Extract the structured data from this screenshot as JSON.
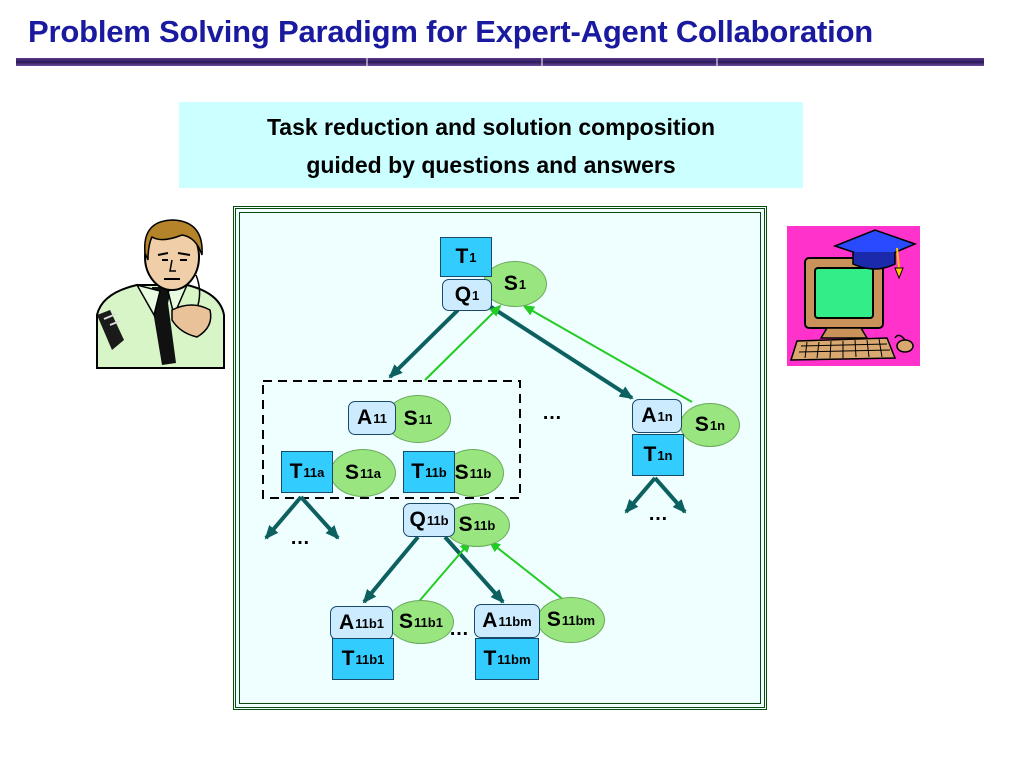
{
  "header": {
    "title": "Problem Solving Paradigm for Expert-Agent Collaboration"
  },
  "subtitle": {
    "line1": "Task reduction and solution composition",
    "line2": "guided by questions and answers"
  },
  "nodes": {
    "t1": {
      "main": "T",
      "sub": "1"
    },
    "q1": {
      "main": "Q",
      "sub": "1"
    },
    "s1": {
      "main": "S",
      "sub": "1"
    },
    "a11": {
      "main": "A",
      "sub": "11"
    },
    "s11": {
      "main": "S",
      "sub": "11"
    },
    "a1n": {
      "main": "A",
      "sub": "1n"
    },
    "s1n": {
      "main": "S",
      "sub": "1n"
    },
    "t1n": {
      "main": "T",
      "sub": "1n"
    },
    "t11a": {
      "main": "T",
      "sub": "11a"
    },
    "s11a": {
      "main": "S",
      "sub": "11a"
    },
    "t11b": {
      "main": "T",
      "sub": "11b"
    },
    "s11b": {
      "main": "S",
      "sub": "11b"
    },
    "q11b": {
      "main": "Q",
      "sub": "11b"
    },
    "s11b2": {
      "main": "S",
      "sub": "11b"
    },
    "a11b1": {
      "main": "A",
      "sub": "11b1"
    },
    "s11b1": {
      "main": "S",
      "sub": "11b1"
    },
    "t11b1": {
      "main": "T",
      "sub": "11b1"
    },
    "a11bm": {
      "main": "A",
      "sub": "11bm"
    },
    "s11bm": {
      "main": "S",
      "sub": "11bm"
    },
    "t11bm": {
      "main": "T",
      "sub": "11bm"
    }
  },
  "ellipsis": "…",
  "icons": {
    "expert": "expert-person-icon",
    "agent": "computer-agent-icon"
  },
  "colors": {
    "title": "#1a1aa0",
    "task": "#33ccff",
    "question_answer": "#ccebff",
    "solution": "#99e680",
    "reduction_arrow": "#0d6060",
    "composition_arrow": "#22cc22"
  }
}
